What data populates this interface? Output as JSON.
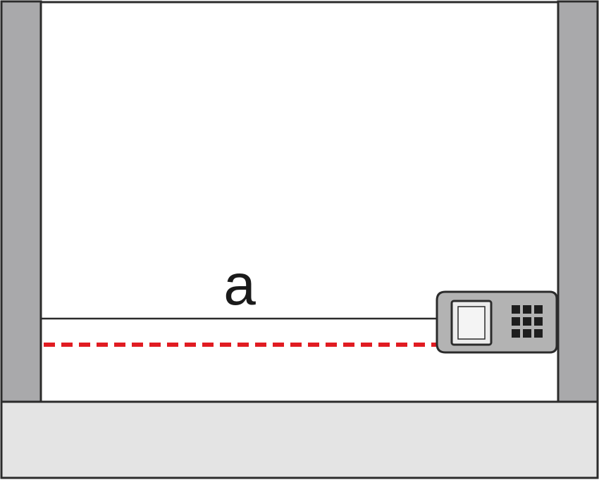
{
  "diagram": {
    "label": "a",
    "colors": {
      "wall": "#a9a9ab",
      "floor": "#e4e4e4",
      "outline": "#2b2b2b",
      "laser": "#e11c22",
      "device_body": "#b3b3b3",
      "device_screen": "#ececec",
      "device_keys": "#1e1e1e",
      "background": "#ffffff"
    },
    "icons": [
      "left-wall",
      "right-wall",
      "floor",
      "laser-beam",
      "laser-distance-meter-icon",
      "keypad-icon",
      "display-screen-icon"
    ]
  }
}
